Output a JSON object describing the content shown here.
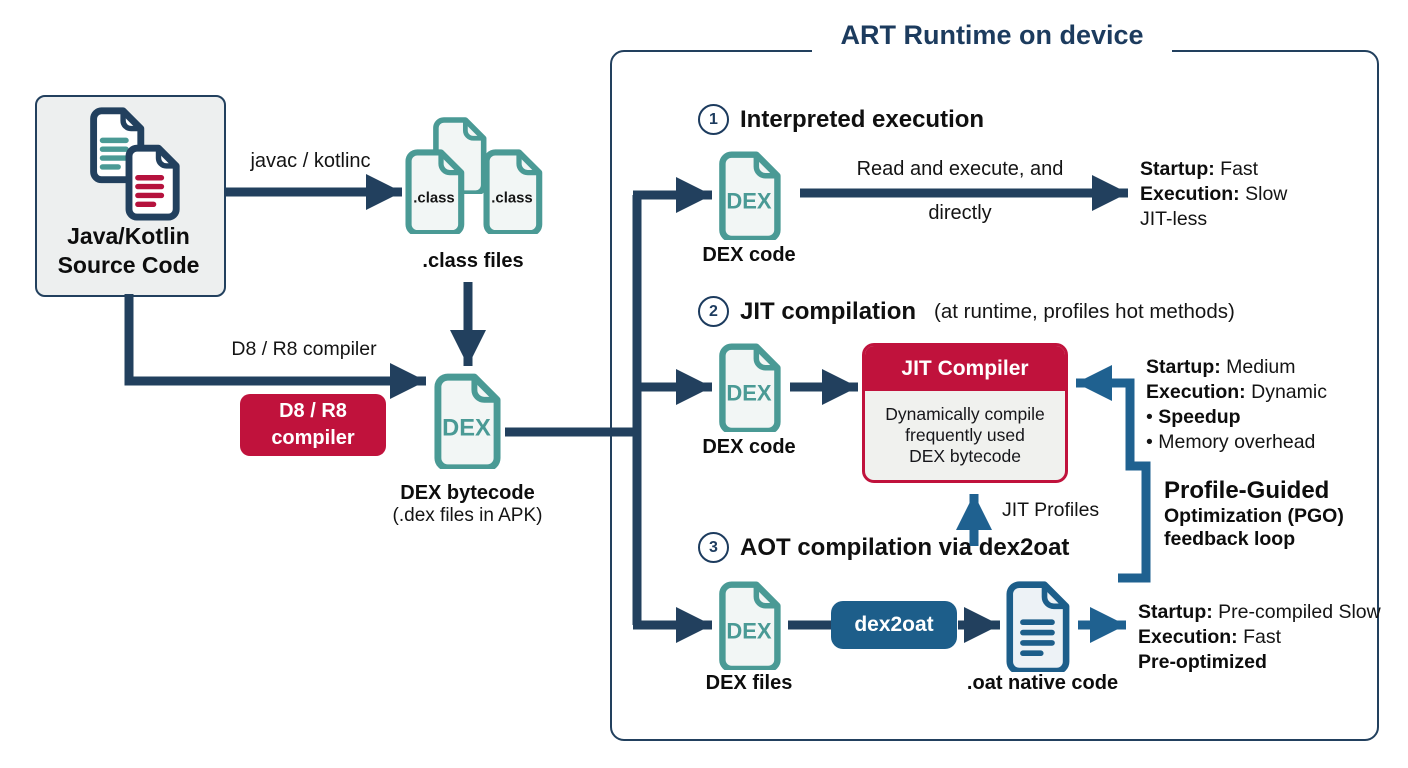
{
  "colors": {
    "navy": "#22405e",
    "title_navy": "#1c3b5e",
    "red": "#c0123c",
    "teal": "#4a9a95",
    "steel": "#1f6190",
    "ink": "#141414"
  },
  "source": {
    "line1": "Java/Kotlin",
    "line2": "Source Code"
  },
  "javac_arrow_label": "javac / kotlinc",
  "class_files": {
    "file_label_left": ".class",
    "file_label_right": ".class",
    "caption": ".class files"
  },
  "d8r8_arrow_label": "D8 / R8 compiler",
  "d8r8_box": {
    "line1": "D8 / R8",
    "line2": "compiler"
  },
  "dex_bytecode": {
    "icon_label": "DEX",
    "caption": "DEX bytecode",
    "subcaption": "(.dex files in APK)"
  },
  "art": {
    "title": "ART Runtime on device",
    "s1": {
      "number": "1",
      "title": "Interpreted execution",
      "dex_icon_label": "DEX",
      "dex_caption": "DEX code",
      "arrow_label_line1": "Read and execute, and",
      "arrow_label_line2": "directly",
      "stats": [
        {
          "bullet": "",
          "bold": "Startup:",
          "text": " Fast"
        },
        {
          "bullet": "",
          "bold": "Execution:",
          "text": " Slow"
        },
        {
          "bullet": "",
          "bold": "",
          "text": "JIT-less"
        }
      ]
    },
    "s2": {
      "number": "2",
      "title": "JIT compilation",
      "subtitle": "(at runtime, profiles hot methods)",
      "dex_icon_label": "DEX",
      "dex_caption": "DEX code",
      "jit_box": {
        "title": "JIT Compiler",
        "body_line1": "Dynamically compile",
        "body_line2": "frequently used",
        "body_line3": "DEX bytecode"
      },
      "jit_profiles_label": "JIT Profiles",
      "stats": [
        {
          "bullet": "",
          "bold": "Startup:",
          "text": " Medium"
        },
        {
          "bullet": "",
          "bold": "Execution:",
          "text": " Dynamic"
        },
        {
          "bullet": "• ",
          "bold": "Speedup",
          "text": ""
        },
        {
          "bullet": "• ",
          "bold": "",
          "text": "Memory overhead"
        }
      ],
      "pgo": {
        "line1": "Profile-Guided",
        "line2": "Optimization (PGO)",
        "line3": "feedback loop"
      }
    },
    "s3": {
      "number": "3",
      "title": "AOT compilation via dex2oat",
      "dex_icon_label": "DEX",
      "dex_caption": "DEX files",
      "dex2oat_label": "dex2oat",
      "oat_caption": ".oat native code",
      "stats": [
        {
          "bullet": "",
          "bold": "Startup:",
          "text": " Pre-compiled Slow"
        },
        {
          "bullet": "",
          "bold": "Execution:",
          "text": " Fast"
        },
        {
          "bullet": "",
          "bold": "Pre-optimized",
          "text": ""
        }
      ]
    }
  }
}
